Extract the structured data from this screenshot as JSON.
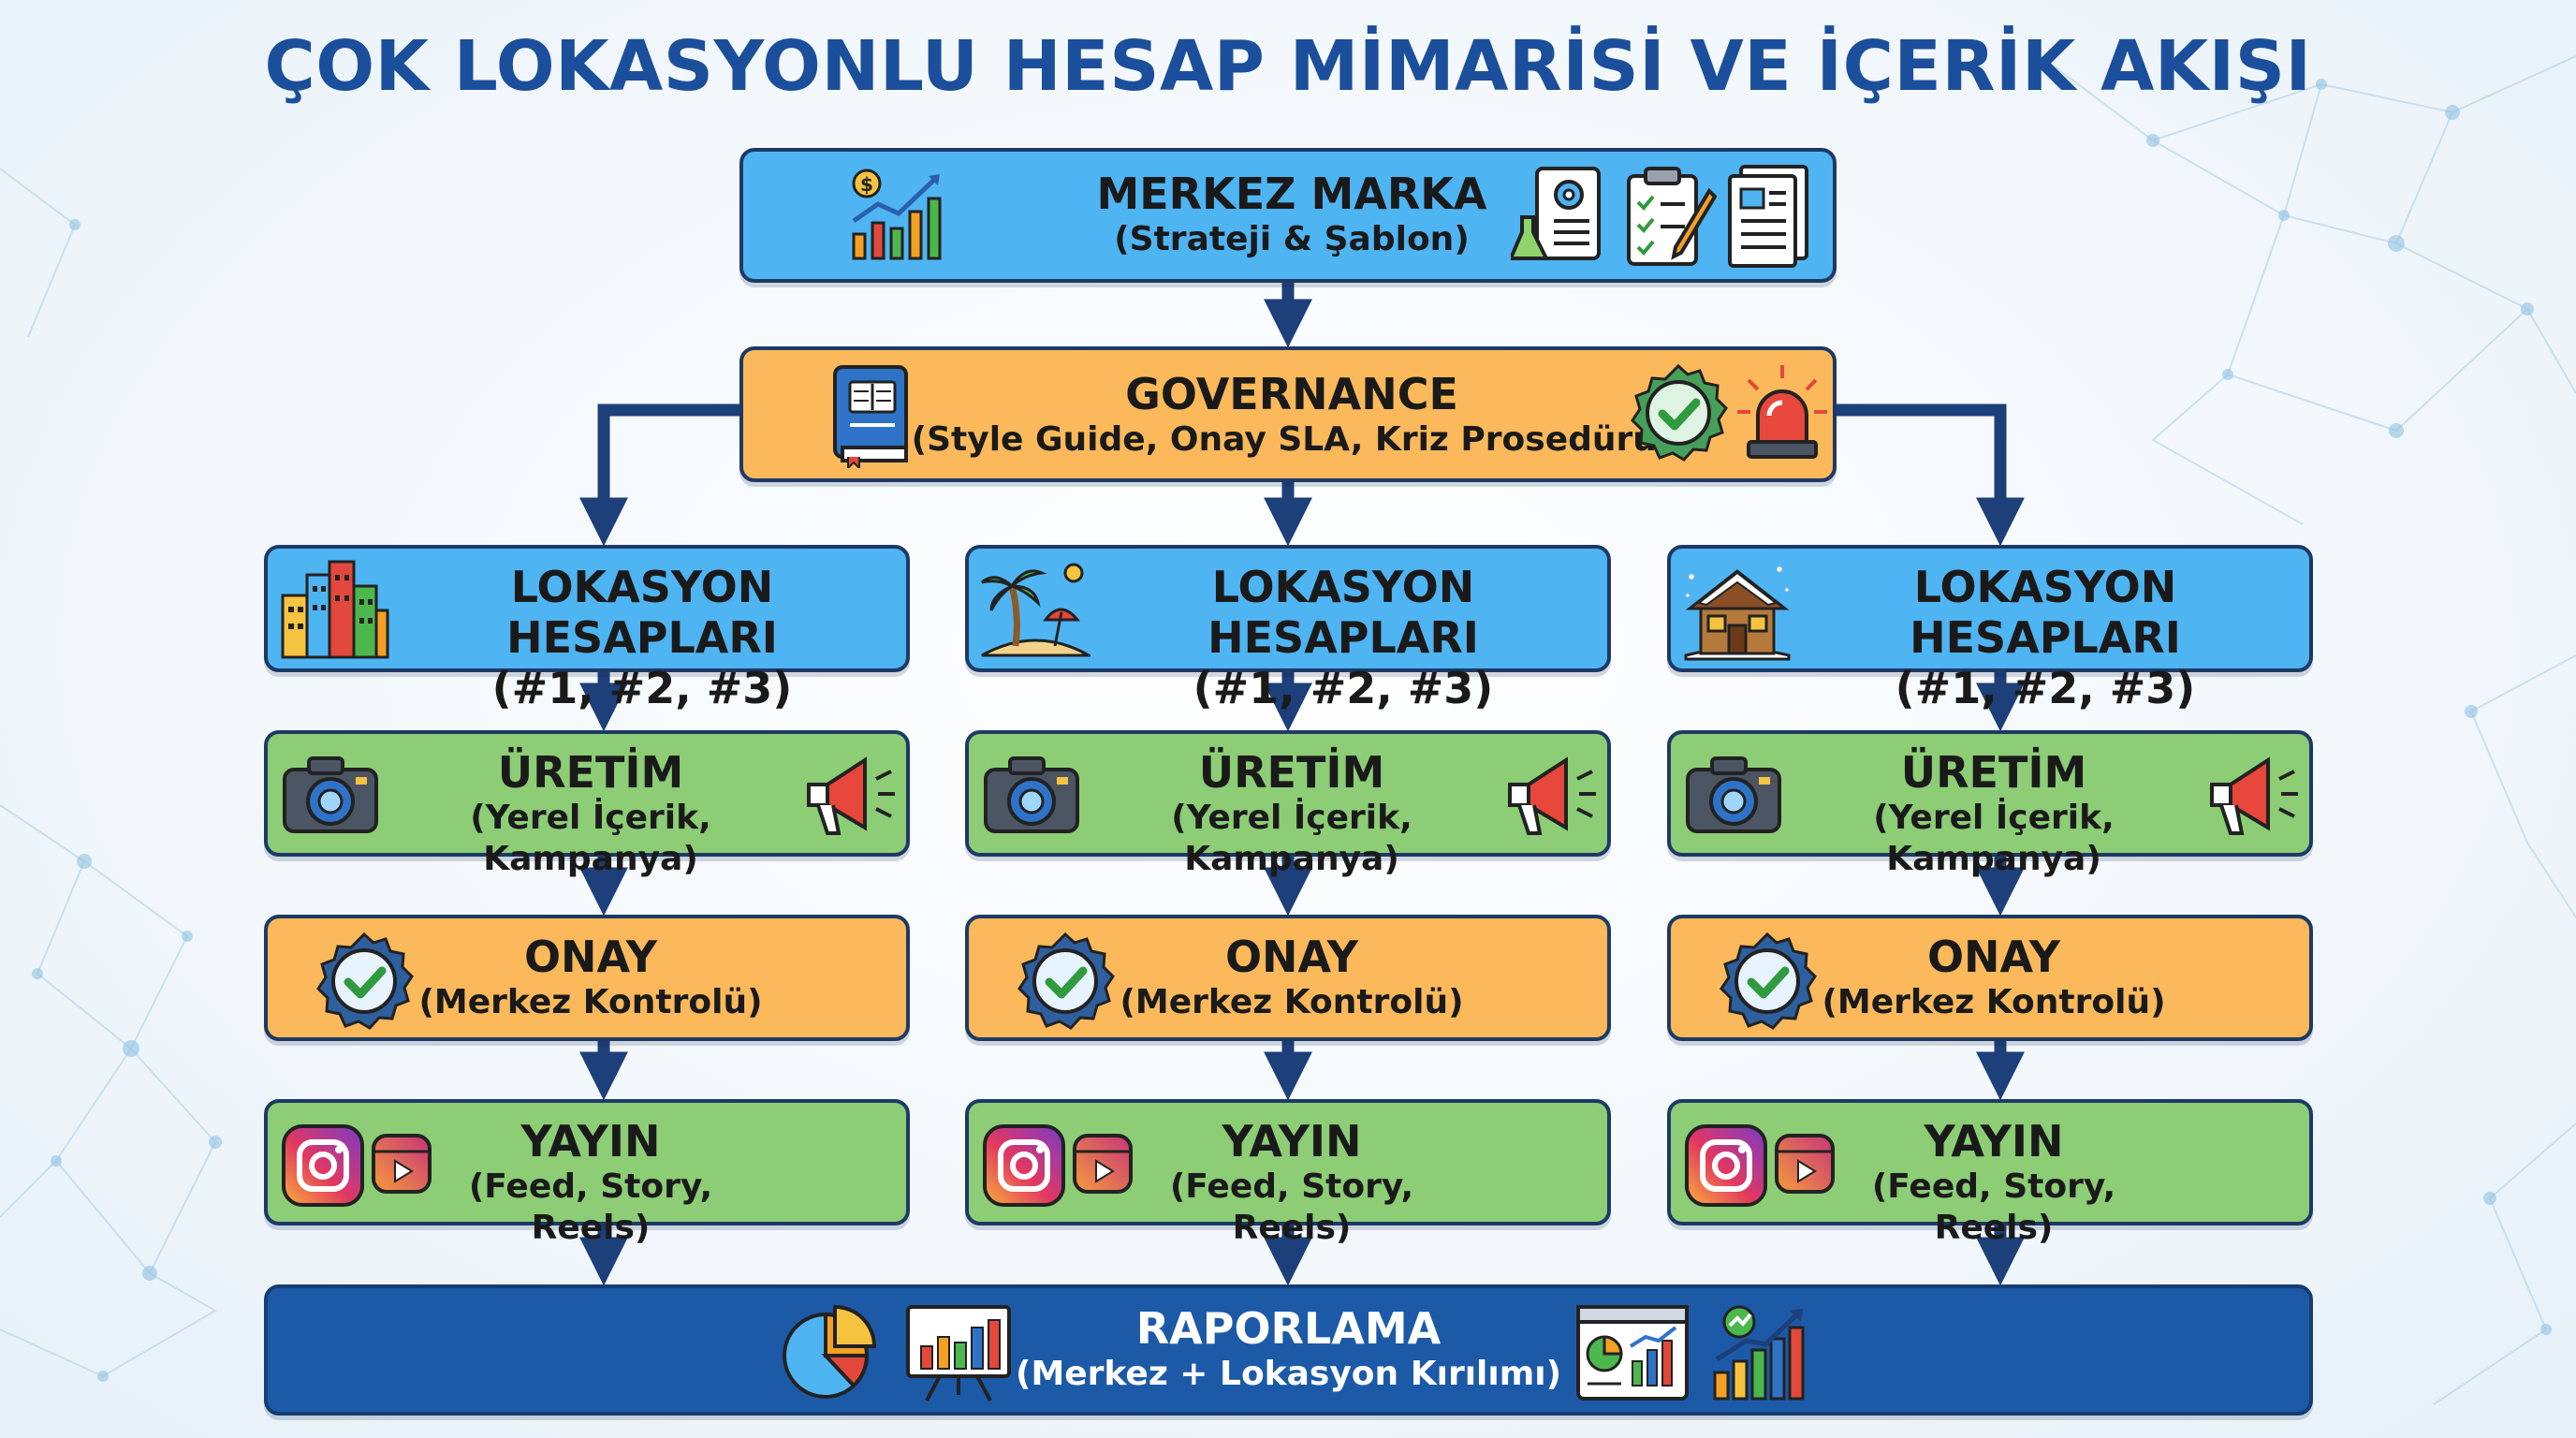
{
  "title": "ÇOK LOKASYONLU HESAP MİMARİSİ VE İÇERİK AKIŞI",
  "top": {
    "title": "MERKEZ MARKA",
    "subtitle": "(Strateji & Şablon)"
  },
  "governance": {
    "title": "GOVERNANCE",
    "subtitle": "(Style Guide, Onay SLA, Kriz Prosedürü)"
  },
  "columns": [
    {
      "location": {
        "title": "LOKASYON HESAPLARI",
        "subtitle": "(#1, #2, #3)",
        "icon": "city-buildings-icon"
      },
      "production": {
        "title": "ÜRETİM",
        "subtitle": "(Yerel İçerik, Kampanya)"
      },
      "approval": {
        "title": "ONAY",
        "subtitle": "(Merkez Kontrolü)"
      },
      "publish": {
        "title": "YAYIN",
        "subtitle": "(Feed, Story, Reels)"
      }
    },
    {
      "location": {
        "title": "LOKASYON HESAPLARI",
        "subtitle": "(#1, #2, #3)",
        "icon": "beach-palm-icon"
      },
      "production": {
        "title": "ÜRETİM",
        "subtitle": "(Yerel İçerik, Kampanya)"
      },
      "approval": {
        "title": "ONAY",
        "subtitle": "(Merkez Kontrolü)"
      },
      "publish": {
        "title": "YAYIN",
        "subtitle": "(Feed, Story, Reels)"
      }
    },
    {
      "location": {
        "title": "LOKASYON HESAPLARI",
        "subtitle": "(#1, #2, #3)",
        "icon": "snow-cabin-icon"
      },
      "production": {
        "title": "ÜRETİM",
        "subtitle": "(Yerel İçerik, Kampanya)"
      },
      "approval": {
        "title": "ONAY",
        "subtitle": "(Merkez Kontrolü)"
      },
      "publish": {
        "title": "YAYIN",
        "subtitle": "(Feed, Story, Reels)"
      }
    }
  ],
  "report": {
    "title": "RAPORLAMA",
    "subtitle": "(Merkez + Lokasyon Kırılımı)"
  },
  "colors": {
    "title": "#1b4f9c",
    "blue_box": "#4fb4f2",
    "orange_box": "#fbb95b",
    "green_box": "#8ccd76",
    "report_box": "#1c5aa8",
    "arrow": "#1d3f7a"
  }
}
